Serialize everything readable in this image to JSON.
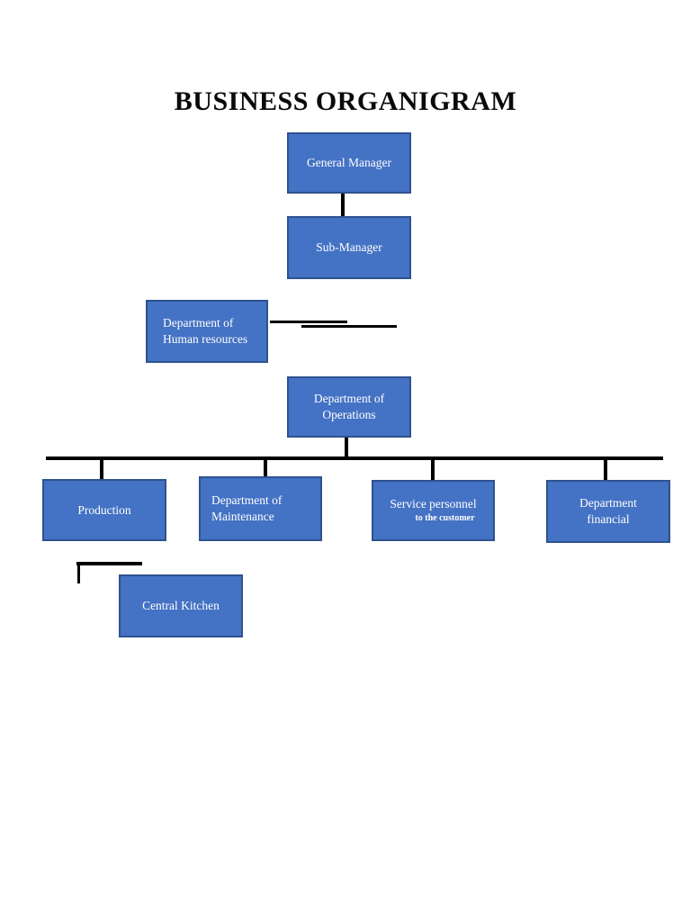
{
  "page": {
    "title": "BUSINESS ORGANIGRAM"
  },
  "colors": {
    "box_fill": "#4472C4",
    "box_border": "#2F528F",
    "box_text": "#FFFFFF",
    "connector": "#000000",
    "page_background": "#FFFFFF"
  },
  "nodes": {
    "general_manager": {
      "label": "General Manager"
    },
    "sub_manager": {
      "label": "Sub-Manager"
    },
    "human_resources": {
      "line1": "Department of",
      "line2": "Human resources"
    },
    "operations": {
      "line1": "Department of",
      "line2": "Operations"
    },
    "production": {
      "label": "Production"
    },
    "maintenance": {
      "line1": "Department of",
      "line2": "Maintenance"
    },
    "service_personnel": {
      "label": "Service personnel",
      "sublabel": "to the customer"
    },
    "financial": {
      "line1": "Department",
      "line2": "financial"
    },
    "central_kitchen": {
      "label": "Central Kitchen"
    }
  },
  "hierarchy": {
    "root": "General Manager",
    "edges": [
      [
        "General Manager",
        "Sub-Manager"
      ],
      [
        "Sub-Manager",
        "Department of Human resources"
      ],
      [
        "Sub-Manager",
        "Department of Operations"
      ],
      [
        "Department of Operations",
        "Production"
      ],
      [
        "Department of Operations",
        "Department of Maintenance"
      ],
      [
        "Department of Operations",
        "Service personnel to the customer"
      ],
      [
        "Department of Operations",
        "Department financial"
      ],
      [
        "Production",
        "Central Kitchen"
      ]
    ]
  }
}
